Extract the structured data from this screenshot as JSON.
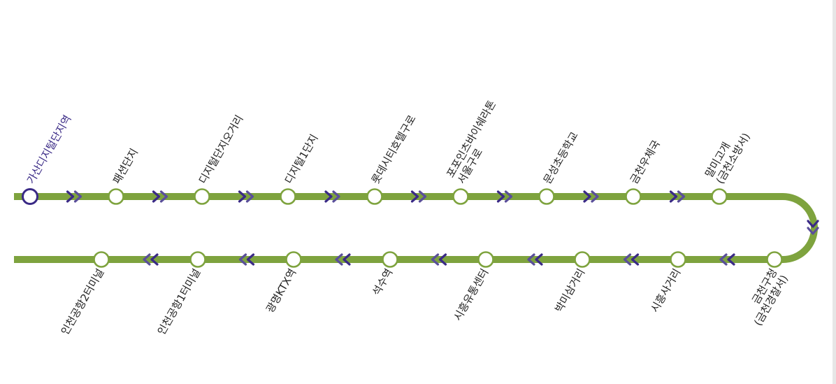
{
  "colors": {
    "line": "#7ea33e",
    "current": "#3a2a86",
    "arrow_dark": "#3a2a86",
    "arrow_light": "#5a4f9a",
    "stop_fill": "#ffffff",
    "label": "#222222"
  },
  "direction_icon": "double-chevron",
  "current_station": "가산디지털단지역",
  "top_row": [
    {
      "name": "가산디지털단지역",
      "current": true
    },
    {
      "name": "패션단지"
    },
    {
      "name": "디지털단지오거리"
    },
    {
      "name": "디지털1단지"
    },
    {
      "name": "롯데시티호텔구로"
    },
    {
      "name": "포포인츠바이쉐라톤",
      "name2": "서울구로"
    },
    {
      "name": "문성초등학교"
    },
    {
      "name": "금천우체국"
    },
    {
      "name": "말미고개",
      "name2": "(금천소방서)"
    }
  ],
  "bottom_row": [
    {
      "name": "금천구청",
      "name2": "(금천경찰서)"
    },
    {
      "name": "시흥사거리"
    },
    {
      "name": "박미삼거리"
    },
    {
      "name": "시흥유통센터"
    },
    {
      "name": "석수역"
    },
    {
      "name": "광명KTX역"
    },
    {
      "name": "인천공항1터미널"
    },
    {
      "name": "인천공항2터미널"
    }
  ]
}
